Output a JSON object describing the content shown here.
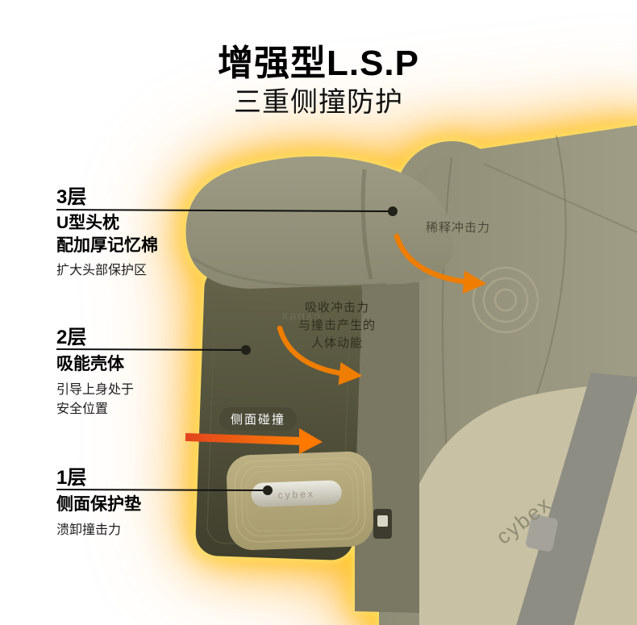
{
  "header": {
    "title": "增强型L.S.P",
    "subtitle": "三重侧撞防护"
  },
  "layers": {
    "layer3": {
      "num": "3层",
      "title_line1": "U型头枕",
      "title_line2": "配加厚记忆棉",
      "desc": "扩大头部保护区"
    },
    "layer2": {
      "num": "2层",
      "title": "吸能壳体",
      "desc_line1": "引导上身处于",
      "desc_line2": "安全位置"
    },
    "layer1": {
      "num": "1层",
      "title": "侧面保护垫",
      "desc": "溃卸撞击力"
    }
  },
  "callouts": {
    "dilute_impact": "稀释冲击力",
    "absorb_line1": "吸收冲击力",
    "absorb_line2": "与撞击产生的",
    "absorb_line3": "人体动能",
    "side_collision": "侧面碰撞"
  },
  "brand": {
    "name": "cybex"
  },
  "colors": {
    "accent_orange": "#ee7d00",
    "arrow_red_orange": "#e2441e",
    "glow_yellow": "#ffc400",
    "seat_olive": "#95937b",
    "panel_dark_olive": "#50503b",
    "pad_khaki": "#b3a878",
    "badge_bg": "#4b4a37"
  }
}
